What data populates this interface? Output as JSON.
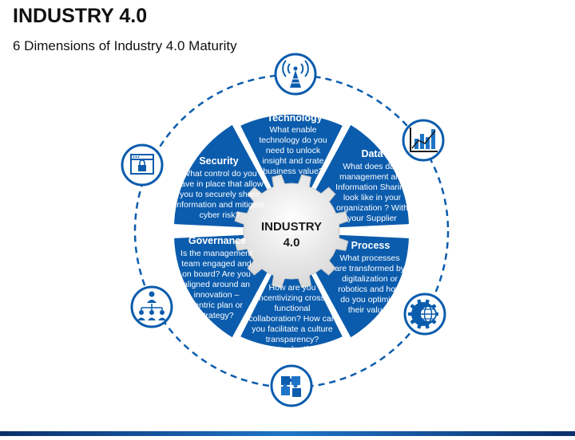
{
  "header": {
    "title": "INDUSTRY 4.0",
    "subtitle": "6 Dimensions of Industry 4.0 Maturity"
  },
  "center": {
    "line1": "INDUSTRY",
    "line2": "4.0"
  },
  "segments": {
    "technology": {
      "title": "Technology",
      "lines": [
        "What enable",
        "technology do you",
        "need to unlock",
        "insight and crate",
        "business value?"
      ]
    },
    "data": {
      "title": "Data",
      "lines": [
        "What does data",
        "management and",
        "Information Sharing",
        "look like in your",
        "organization ? With",
        "your Supplier"
      ]
    },
    "process": {
      "title": "Process",
      "lines": [
        "What processes",
        "are transformed by",
        "digitalization or",
        "robotics and how",
        "do you optimize",
        "their value?"
      ]
    },
    "organization": {
      "title": "Organization",
      "lines": [
        "How are you",
        "incentivizing cross-",
        "functional",
        "collaboration? How can",
        "you facilitate a culture",
        "transparency?"
      ]
    },
    "governance": {
      "title": "Governance",
      "lines": [
        "Is the management",
        "team engaged and",
        "on board? Are you",
        "aligned around an",
        "innovation –",
        "centric plan or",
        "strategy?"
      ]
    },
    "security": {
      "title": "Security",
      "lines": [
        "What control do you",
        "have in place that allow",
        "you to securely share",
        "information and mitigate",
        "cyber risk?"
      ]
    }
  },
  "icons": {
    "top": "antenna-tower-icon",
    "upper_right": "bar-chart-icon",
    "lower_right": "gear-globe-icon",
    "bottom": "puzzle-icon",
    "lower_left": "org-chart-icon",
    "upper_left": "secure-browser-icon"
  },
  "colors": {
    "segment_blue": "#0b5cad",
    "gear_gray": "#ebebeb",
    "ring_dashed": "#0b5cad",
    "text_dark": "#111111"
  }
}
